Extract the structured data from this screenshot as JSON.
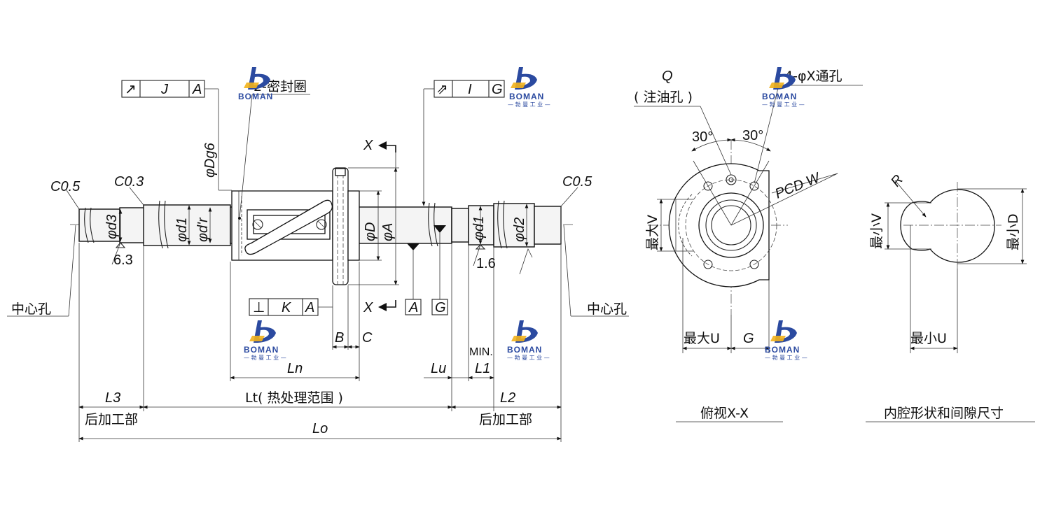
{
  "labels": {
    "c05_left": "C0.5",
    "c03": "C0.3",
    "c05_right": "C0.5",
    "phi_d3": "φd3",
    "phi_d1_left": "φd1",
    "phi_dr": "φd'r",
    "phi_dg6": "φDg6",
    "phi_D": "φD",
    "phi_A": "φA",
    "phi_d1_right": "φd1",
    "phi_d2": "φd2",
    "rough_63": "6.3",
    "rough_16": "1.6",
    "seal": "2-密封圈",
    "center_hole_left": "中心孔",
    "center_hole_right": "中心孔",
    "section_mark_top": "X",
    "section_mark_bottom": "X",
    "B": "B",
    "C": "C",
    "Ln": "Ln",
    "Lu": "Lu",
    "min": "MIN.",
    "L1": "L1",
    "L3": "L3",
    "Lt": "Lt( 热处理范围 )",
    "L2": "L2",
    "Lo": "Lo",
    "post_left": "后加工部",
    "post_right": "后加工部",
    "datum_A": "A",
    "datum_G": "G",
    "Q": "Q",
    "oil_hole": "( 注油孔 )",
    "holes": "4-φX通孔",
    "deg30_left": "30°",
    "deg30_right": "30°",
    "pcd": "PCD W",
    "max_V": "最大V",
    "max_U": "最大U",
    "G": "G",
    "R": "R",
    "min_V": "最小V",
    "min_D": "最小D",
    "min_U": "最小U",
    "view_caption": "俯视X-X",
    "inner_caption": "内腔形状和间隙尺寸"
  },
  "frames": {
    "J": {
      "symbol": "↗",
      "value": "J",
      "datum": "A"
    },
    "I": {
      "symbol": "⇗",
      "value": "I",
      "datum": "G"
    },
    "K": {
      "symbol": "⊥",
      "value": "K",
      "datum": "A"
    }
  },
  "watermark": {
    "brand": "BOMAN",
    "subtitle": "— 勃 曼 工 业 —"
  },
  "colors": {
    "logo_blue": "#2b4aa0",
    "logo_yellow": "#f2b21c"
  }
}
